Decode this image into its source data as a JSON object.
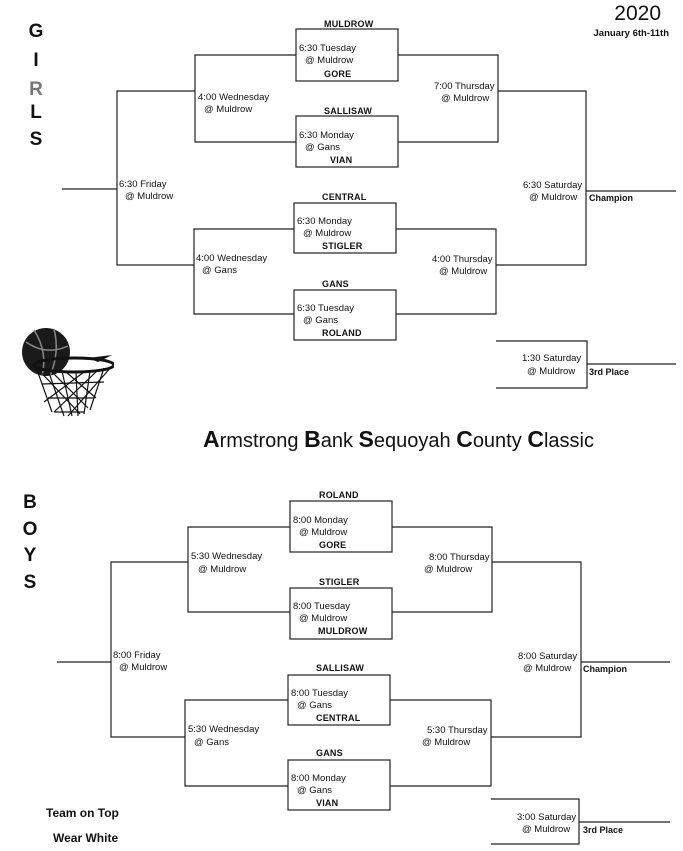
{
  "header": {
    "year": "2020",
    "dates": "January 6th-11th"
  },
  "title_words": [
    {
      "initial": "A",
      "rest": "rmstrong"
    },
    {
      "initial": "B",
      "rest": "ank"
    },
    {
      "initial": "S",
      "rest": "equoyah"
    },
    {
      "initial": "C",
      "rest": "ounty"
    },
    {
      "initial": "C",
      "rest": "lassic"
    }
  ],
  "girls": {
    "letters": [
      "G",
      "I",
      "R",
      "L",
      "S"
    ],
    "first_round": [
      {
        "top_team": "MULDROW",
        "time": "6:30 Tuesday",
        "site": "@ Muldrow",
        "bottom_team": "GORE"
      },
      {
        "top_team": "SALLISAW",
        "time": "6:30 Monday",
        "site": "@ Gans",
        "bottom_team": "VIAN"
      },
      {
        "top_team": "CENTRAL",
        "time": "6:30 Monday",
        "site": "@ Muldrow",
        "bottom_team": "STIGLER"
      },
      {
        "top_team": "GANS",
        "time": "6:30 Tuesday",
        "site": "@ Gans",
        "bottom_team": "ROLAND"
      }
    ],
    "consolation": [
      {
        "time": "4:00 Wednesday",
        "site": "@ Muldrow"
      },
      {
        "time": "4:00 Wednesday",
        "site": "@ Gans"
      }
    ],
    "consolation_final": {
      "time": "6:30 Friday",
      "site": "@ Muldrow"
    },
    "semifinals": [
      {
        "time": "7:00 Thursday",
        "site": "@ Muldrow"
      },
      {
        "time": "4:00 Thursday",
        "site": "@ Muldrow"
      }
    ],
    "final": {
      "time": "6:30 Saturday",
      "site": "@ Muldrow",
      "label": "Champion"
    },
    "third": {
      "time": "1:30 Saturday",
      "site": "@ Muldrow",
      "label": "3rd Place"
    }
  },
  "boys": {
    "letters": [
      "B",
      "O",
      "Y",
      "S"
    ],
    "first_round": [
      {
        "top_team": "ROLAND",
        "time": "8:00 Monday",
        "site": "@ Muldrow",
        "bottom_team": "GORE"
      },
      {
        "top_team": "STIGLER",
        "time": "8:00 Tuesday",
        "site": "@ Muldrow",
        "bottom_team": "MULDROW"
      },
      {
        "top_team": "SALLISAW",
        "time": "8:00 Tuesday",
        "site": "@ Gans",
        "bottom_team": "CENTRAL"
      },
      {
        "top_team": "GANS",
        "time": "8:00 Monday",
        "site": "@ Gans",
        "bottom_team": "VIAN"
      }
    ],
    "consolation": [
      {
        "time": "5:30 Wednesday",
        "site": "@ Muldrow"
      },
      {
        "time": "5:30 Wednesday",
        "site": "@ Gans"
      }
    ],
    "consolation_final": {
      "time": "8:00 Friday",
      "site": "@ Muldrow"
    },
    "semifinals": [
      {
        "time": "8:00 Thursday",
        "site": "@ Muldrow"
      },
      {
        "time": "5:30 Thursday",
        "site": "@ Muldrow"
      }
    ],
    "final": {
      "time": "8:00 Saturday",
      "site": "@ Muldrow",
      "label": "Champion"
    },
    "third": {
      "time": "3:00 Saturday",
      "site": "@ Muldrow",
      "label": "3rd Place"
    }
  },
  "notes": [
    "Team on Top",
    "Wear White"
  ]
}
